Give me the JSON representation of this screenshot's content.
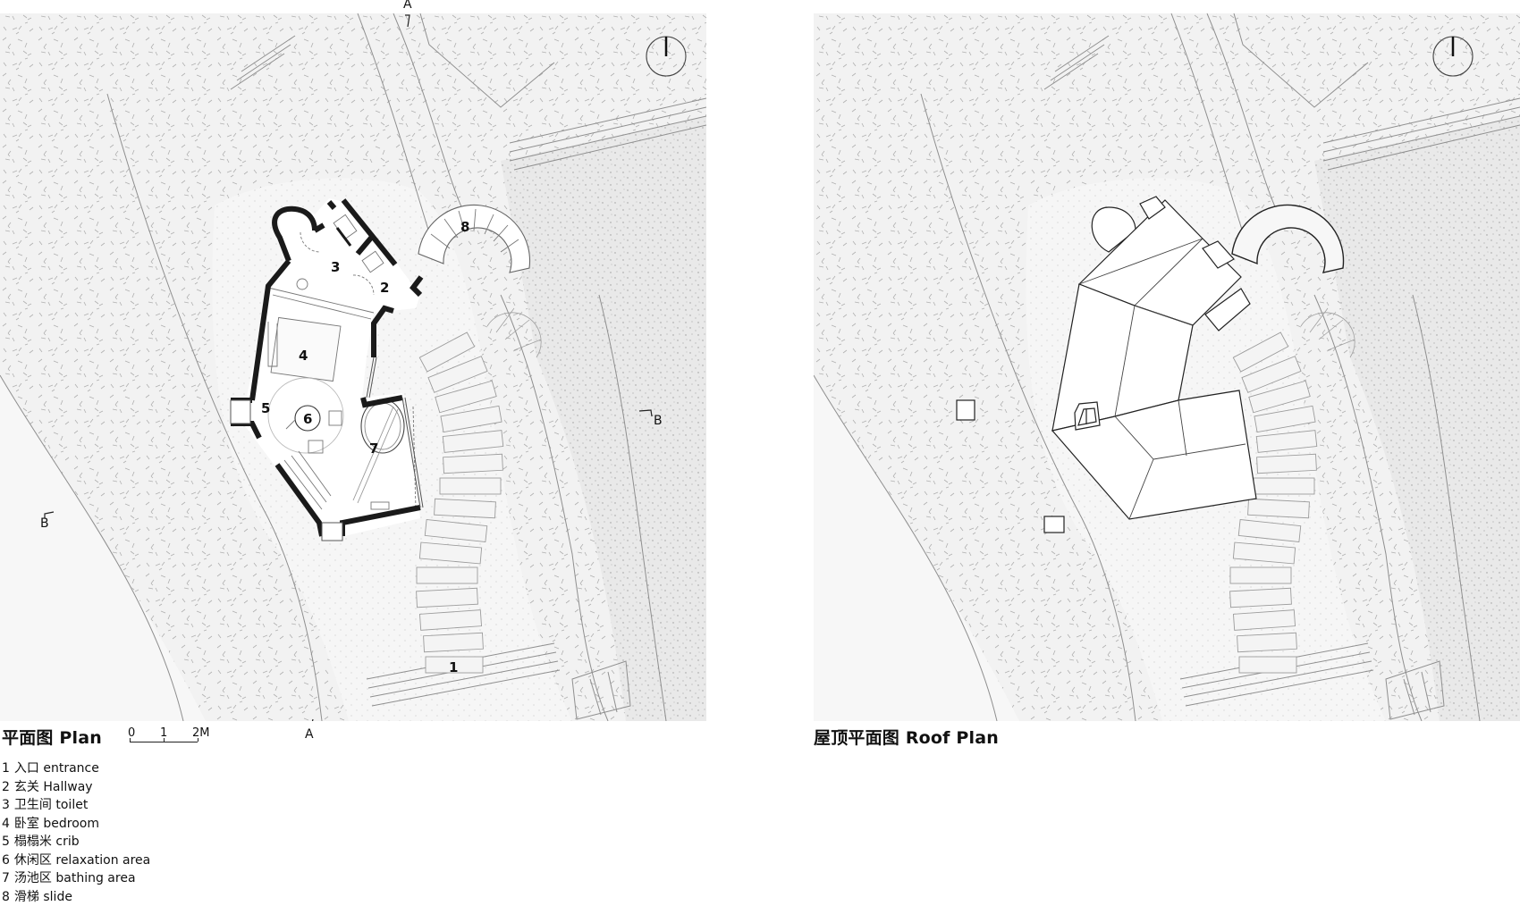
{
  "plan": {
    "title": "平面图 Plan",
    "scale_bar": {
      "labels": [
        "0",
        "1",
        "2M"
      ]
    },
    "section_markers": [
      {
        "id": "A-top",
        "label": "A"
      },
      {
        "id": "A-bottom",
        "label": "A"
      },
      {
        "id": "B-left",
        "label": "B"
      },
      {
        "id": "B-right",
        "label": "B"
      }
    ],
    "room_labels": [
      "1",
      "2",
      "3",
      "4",
      "5",
      "6",
      "7",
      "8"
    ],
    "legend": [
      {
        "num": "1",
        "text": "入口 entrance"
      },
      {
        "num": "2",
        "text": "玄关 Hallway"
      },
      {
        "num": "3",
        "text": "卫生间 toilet"
      },
      {
        "num": "4",
        "text": "卧室 bedroom"
      },
      {
        "num": "5",
        "text": "榻榻米 crib"
      },
      {
        "num": "6",
        "text": "休闲区 relaxation area"
      },
      {
        "num": "7",
        "text": "汤池区 bathing area"
      },
      {
        "num": "8",
        "text": "滑梯 slide"
      }
    ],
    "north_arrow": "north-arrow-icon"
  },
  "roof_plan": {
    "title": "屋顶平面图 Roof Plan",
    "north_arrow": "north-arrow-icon"
  },
  "colors": {
    "wall": "#1a1a1a",
    "line": "#555555",
    "site_line": "#9a9a9a",
    "foliage": "#b9b9b9",
    "ground": "#f4f4f4",
    "building_fill": "#ffffff"
  }
}
